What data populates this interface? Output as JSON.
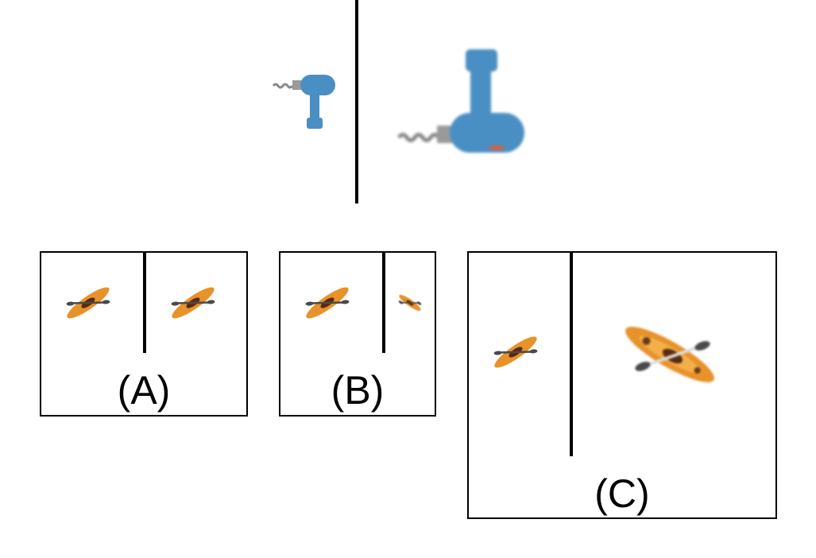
{
  "reference": {
    "left_object": "drill-icon",
    "right_object": "drill-icon"
  },
  "options": [
    {
      "label": "(A)",
      "left_object": "kayak-icon",
      "right_object": "kayak-icon"
    },
    {
      "label": "(B)",
      "left_object": "kayak-icon",
      "right_object": "kayak-icon"
    },
    {
      "label": "(C)",
      "left_object": "kayak-icon",
      "right_object": "kayak-icon"
    }
  ],
  "colors": {
    "drill_body": "#4a8fc4",
    "drill_bit": "#8a8a8a",
    "kayak_hull": "#e8922a",
    "kayak_dark": "#5a2a10",
    "paddle": "#4a4a4a"
  }
}
